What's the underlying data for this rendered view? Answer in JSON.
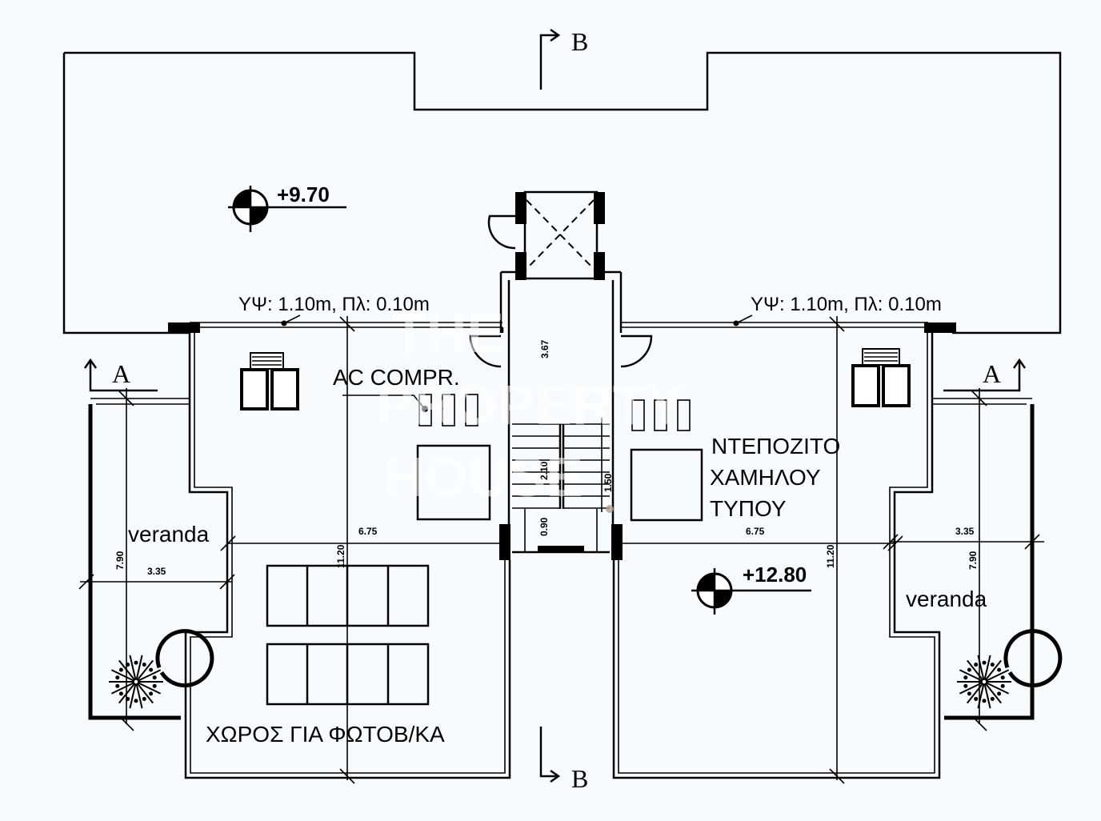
{
  "drawing": {
    "type": "roof floor plan",
    "levels": {
      "upper_roof": "+9.70",
      "roof_terrace": "+12.80"
    },
    "parapet_notes": {
      "left": "ΥΨ: 1.10m, Πλ: 0.10m",
      "right": "ΥΨ: 1.10m, Πλ: 0.10m"
    },
    "room_labels": {
      "ac": "AC COMPR.",
      "tank_line1": "ΝΤΕΠΟΖΙΤΟ",
      "tank_line2": "ΧΑΜΗΛΟΥ",
      "tank_line3": "ΤΥΠΟΥ",
      "pv": "ΧΩΡΟΣ ΓΙΑ ΦΩΤΟΒ/ΚΑ",
      "veranda_left": "veranda",
      "veranda_right": "veranda"
    },
    "section_marks": {
      "b_top": "B",
      "b_bottom": "B",
      "a_left": "A",
      "a_right": "A"
    },
    "dimensions": {
      "stair_shaft_height": "3.67",
      "stair_run": "2.10",
      "stair_landing": "0.90",
      "stair_width": "1.50",
      "left_room_width": "6.75",
      "left_room_depth": "11.20",
      "right_room_width": "6.75",
      "right_room_depth": "11.20",
      "left_veranda_width": "3.35",
      "left_veranda_depth": "7.90",
      "right_veranda_width": "3.35",
      "right_veranda_depth": "7.90"
    },
    "watermark": {
      "line1": "THE",
      "line2": "PROPERTY",
      "line3": "HOUSE"
    }
  }
}
